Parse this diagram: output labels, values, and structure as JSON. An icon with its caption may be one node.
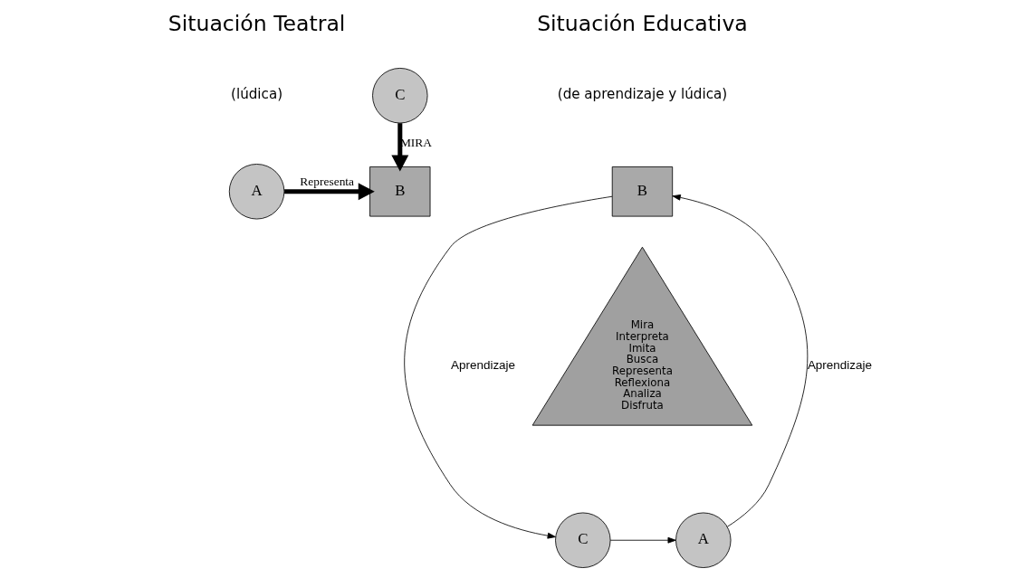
{
  "diagram": {
    "nodes": [
      {
        "text": [
          "A"
        ]
      },
      {
        "text": [
          "B"
        ]
      },
      {
        "text": [
          "C"
        ]
      },
      {
        "text": [
          "B"
        ]
      },
      {
        "text": [
          "Mira",
          "Interpreta",
          "Imita",
          "Busca",
          "Representa",
          "Reflexiona",
          "Analiza",
          "Disfruta"
        ]
      },
      {
        "text": [
          "A"
        ]
      },
      {
        "text": [
          "C"
        ]
      }
    ],
    "edges": [
      {
        "from": 0,
        "to": 1,
        "arrow": "to",
        "label": "Representa",
        "style": "thick"
      },
      {
        "from": 2,
        "to": 1,
        "arrow": "to",
        "label": "MIRA",
        "style": "thick"
      },
      {
        "from": 5,
        "to": 3,
        "arrow": "to",
        "label": "Aprendizaje"
      },
      {
        "from": 3,
        "to": 6,
        "arrow": "to",
        "label": "Aprendizaje"
      },
      {
        "from": 6,
        "to": 5,
        "arrow": "to"
      }
    ],
    "labels": [
      "Situación Teatral",
      "(lúdica)",
      "Situación Educativa",
      "(de aprendizaje y lúdica)"
    ]
  }
}
